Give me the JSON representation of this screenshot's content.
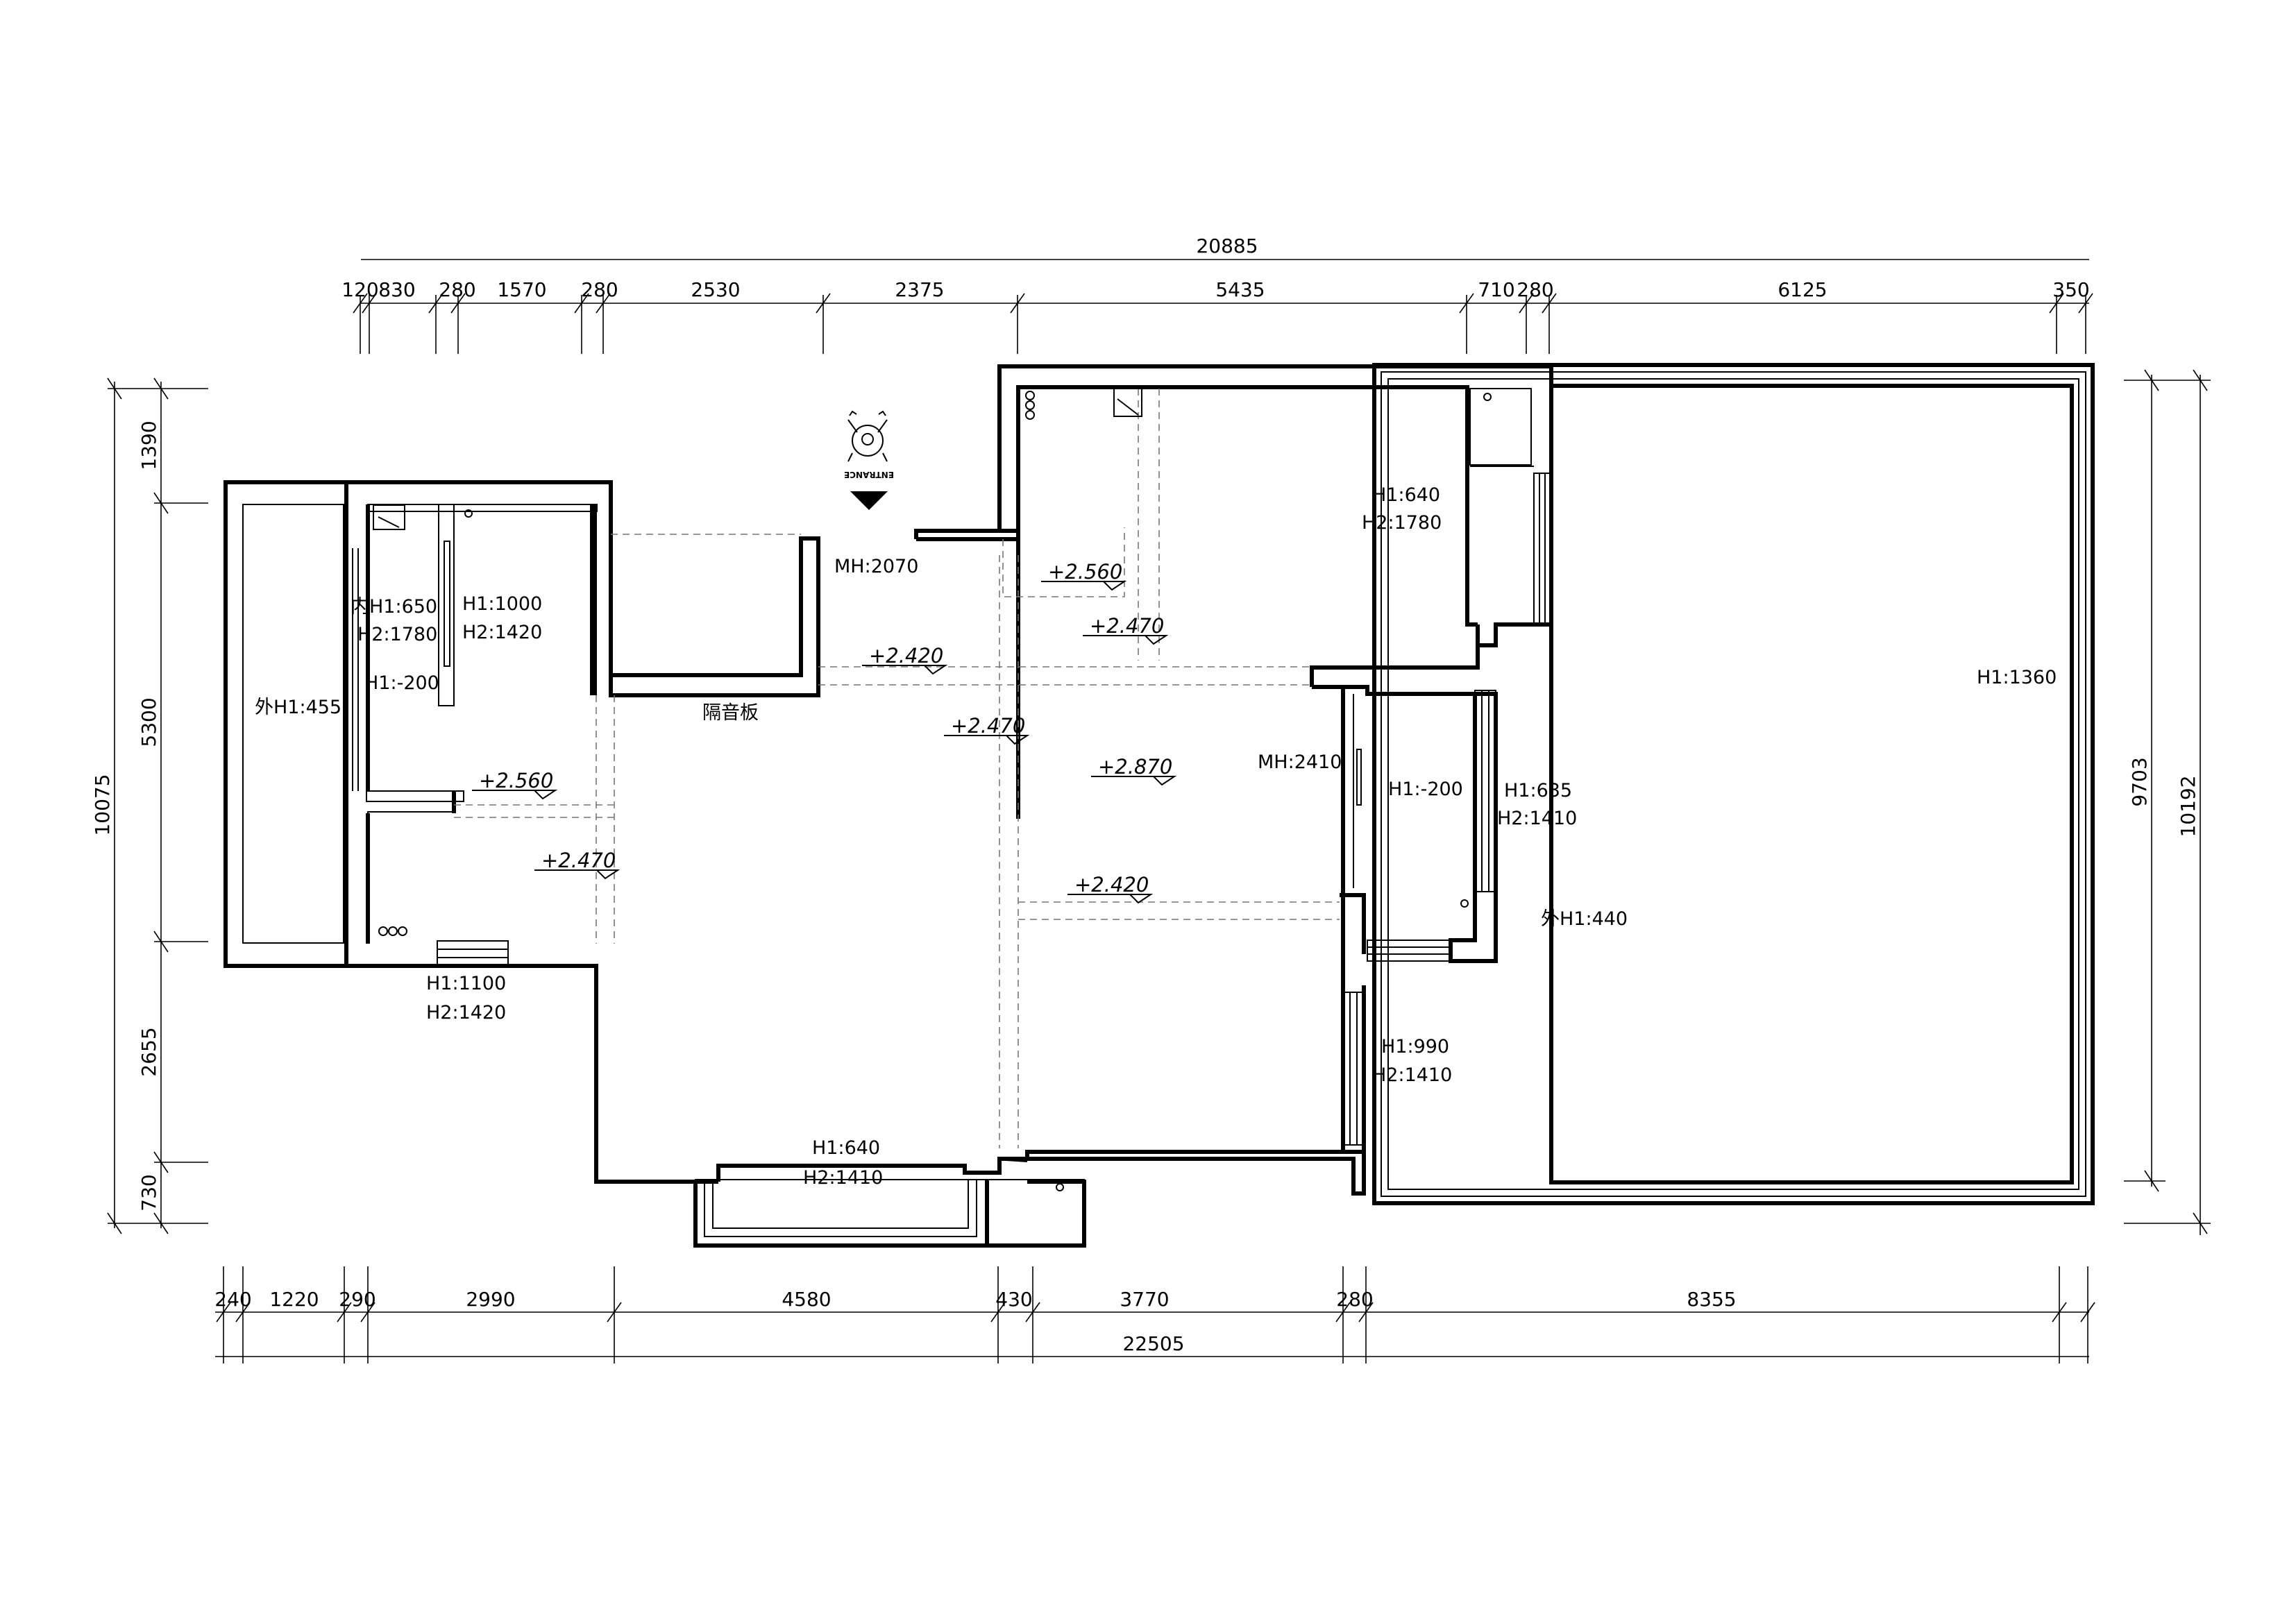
{
  "dimensions": {
    "top_total": "20885",
    "top": [
      "120",
      "830",
      "280",
      "1570",
      "280",
      "2530",
      "2375",
      "5435",
      "710",
      "280",
      "6125",
      "350"
    ],
    "bottom_total": "22505",
    "bottom": [
      "240",
      "1220",
      "290",
      "2990",
      "4580",
      "430",
      "3770",
      "280",
      "8355"
    ],
    "left_total": "10075",
    "left": [
      "1390",
      "5300",
      "2655",
      "730"
    ],
    "right_inner": "9703",
    "right_outer": "10192"
  },
  "labels": {
    "entrance": "ENTRANCE",
    "mh_entry": "MH:2070",
    "mh_balcony": "MH:2410",
    "partition": "隔音板",
    "nh1_650": "内H1:650",
    "h2_1780_left": "H2:1780",
    "h1_1000": "H1:1000",
    "h2_1420_a": "H2:1420",
    "h1_neg200_left": "H1:-200",
    "wh1_455": "外H1:455",
    "h1_1100": "H1:1100",
    "h2_1420_b": "H2:1420",
    "h1_640_top": "H1:640",
    "h2_1780_top": "H2:1780",
    "h1_1360": "H1:1360",
    "h1_neg200_right": "H1:-200",
    "h1_635": "H1:635",
    "h2_1410_a": "H2:1410",
    "wh1_440": "外H1:440",
    "h1_990": "H1:990",
    "h2_1410_b": "H2:1410",
    "h1_640_bottom": "H1:640",
    "h2_1410_c": "H2:1410"
  },
  "levels": [
    "+2.560",
    "+2.470",
    "+2.420",
    "+2.470",
    "+2.870",
    "+2.560",
    "+2.470",
    "+2.420"
  ]
}
